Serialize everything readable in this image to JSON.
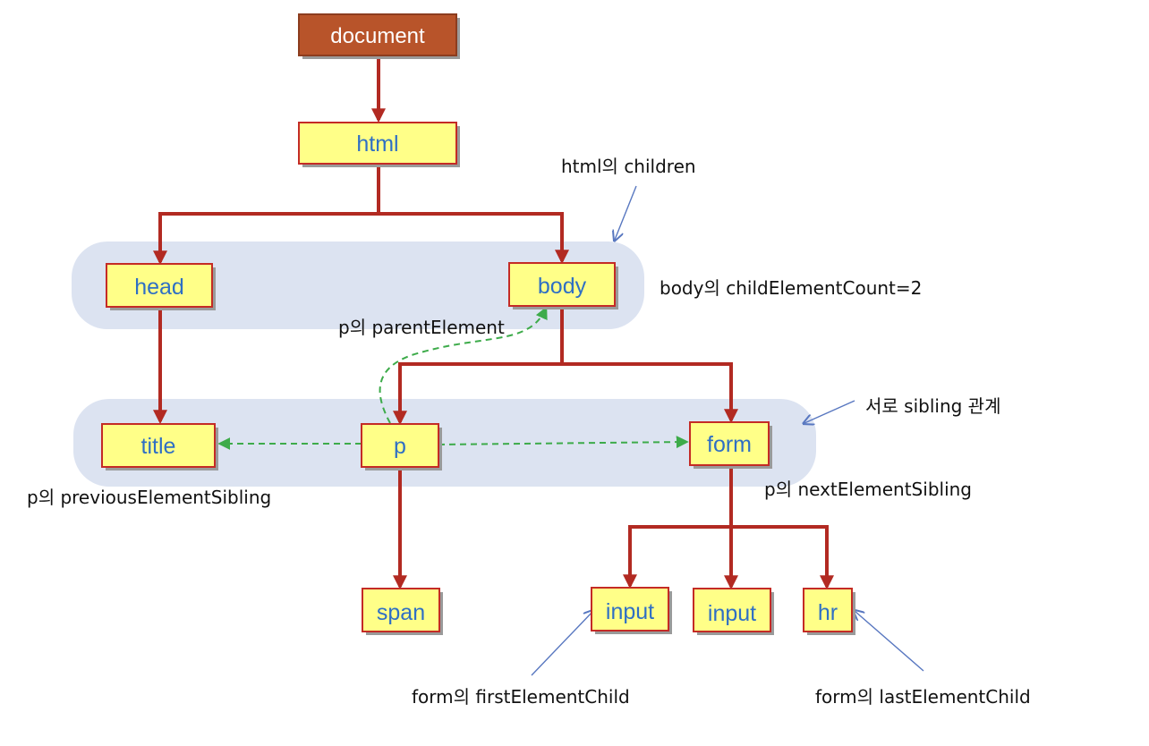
{
  "nodes": {
    "document": "document",
    "html": "html",
    "head": "head",
    "body": "body",
    "title": "title",
    "p": "p",
    "form": "form",
    "span": "span",
    "input1": "input",
    "input2": "input",
    "hr": "hr"
  },
  "notes": {
    "html_children": "html의 children",
    "body_child_count": "body의 childElementCount=2",
    "p_parent": "p의 parentElement",
    "siblings": "서로 sibling 관계",
    "p_previous": "p의 previousElementSibling",
    "p_next": "p의 nextElementSibling",
    "form_first": "form의 firstElementChild",
    "form_last": "form의 lastElementChild"
  },
  "colors": {
    "tree_edge": "#b22a22",
    "node_fill": "#ffff88",
    "node_text": "#2f6fc4",
    "root_fill": "#b8542a",
    "group_band": "#dce3f1",
    "relation_dash": "#3dab4a",
    "pointer": "#5877c0"
  }
}
